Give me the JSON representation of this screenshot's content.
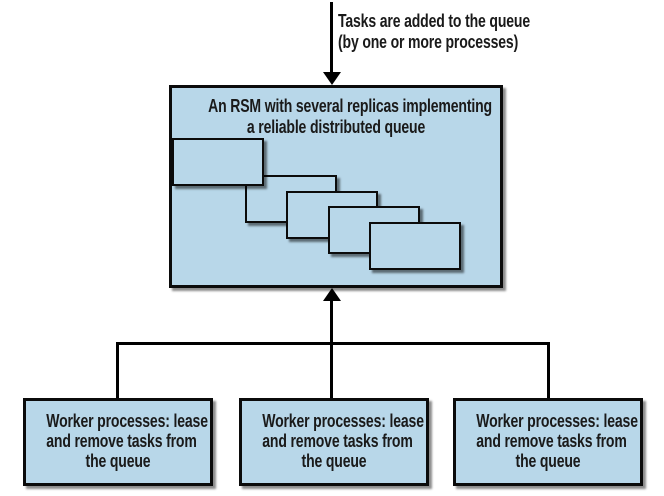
{
  "colors": {
    "box_fill": "#b8d7e9",
    "border": "#0b0b0b",
    "line": "#000000",
    "background": "#ffffff"
  },
  "top_annotation": {
    "line1": "Tasks are added to the queue",
    "line2": "(by one or more processes)"
  },
  "rsm_box": {
    "title_line1": "An RSM with several replicas implementing",
    "title_line2": "a reliable distributed queue",
    "replica_count": 5
  },
  "workers": [
    {
      "line1": "Worker processes: lease",
      "line2": "and remove tasks from",
      "line3": "the queue"
    },
    {
      "line1": "Worker processes: lease",
      "line2": "and remove tasks from",
      "line3": "the queue"
    },
    {
      "line1": "Worker processes: lease",
      "line2": "and remove tasks from",
      "line3": "the queue"
    }
  ]
}
